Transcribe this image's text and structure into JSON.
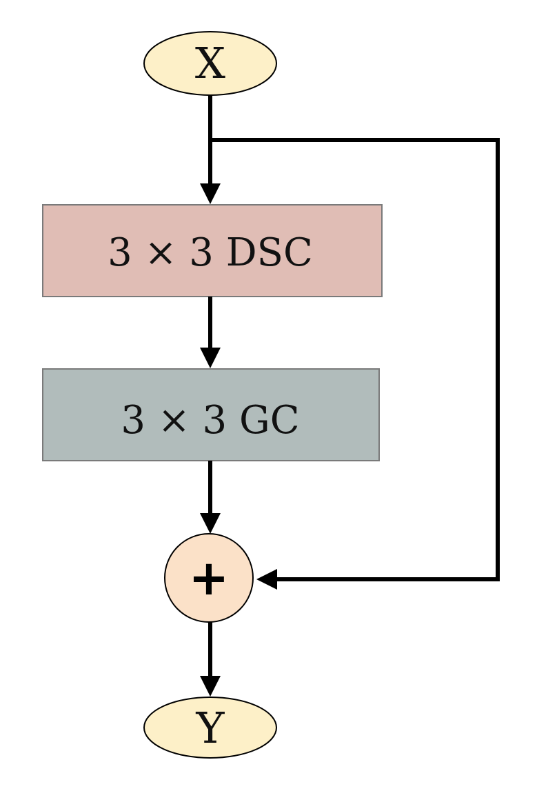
{
  "nodes": {
    "input": {
      "label": "X"
    },
    "dsc": {
      "label": "3 × 3 DSC"
    },
    "gc": {
      "label": "3 × 3 GC"
    },
    "add": {
      "label": "+"
    },
    "output": {
      "label": "Y"
    }
  },
  "colors": {
    "ellipse_fill": "#fdf0c8",
    "dsc_fill": "#e0bdb5",
    "gc_fill": "#b1bcbb",
    "add_fill": "#fbe1c8",
    "stroke": "#000000"
  }
}
